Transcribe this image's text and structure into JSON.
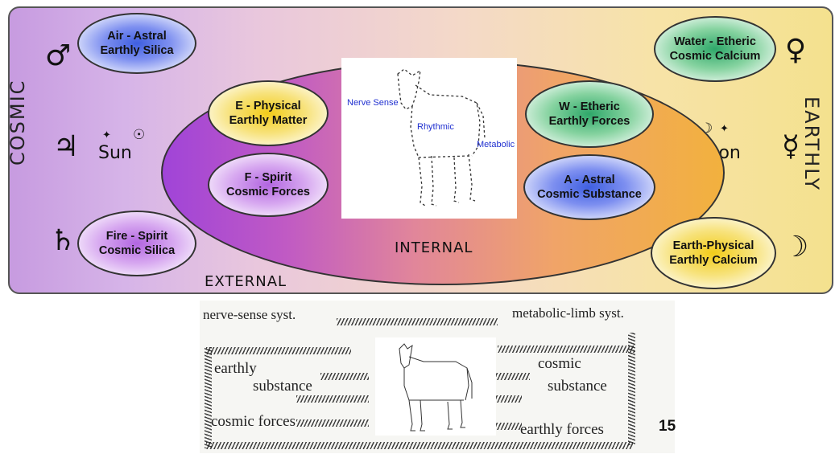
{
  "labels": {
    "cosmic": "COSMIC",
    "earthly": "EARTHLY",
    "sun": "Sun",
    "moon": "Moon",
    "internal": "INTERNAL",
    "external": "EXTERNAL"
  },
  "planet_glyphs": {
    "mars": "♂",
    "jupiter": "♃",
    "saturn": "♄",
    "venus": "♀",
    "mercury": "☿",
    "moon_crescent": "☽",
    "sun_small": "☉",
    "moon_small": "☽",
    "sun_cross": "✦",
    "moon_cross": "✦"
  },
  "ovals": {
    "air": "Air - Astral\nEarthly Silica",
    "fire": "Fire  - Spirit\nCosmic Silica",
    "water": "Water - Etheric\nCosmic Calcium",
    "earth": "Earth-Physical\nEarthly Calcium",
    "e_physical": "E - Physical\nEarthly Matter",
    "f_spirit": "F - Spirit\nCosmic Forces",
    "w_etheric": "W  - Etheric\nEarthly Forces",
    "a_astral": "A - Astral\nCosmic Substance"
  },
  "cow_labels": {
    "nerve": "Nerve Sense",
    "rhythmic": "Rhythmic",
    "metabolic": "Metabolic"
  },
  "scan": {
    "nerve_sense": "nerve-sense  syst.",
    "metabolic_limb": "metabolic-limb  syst.",
    "earthly": "earthly",
    "substance_left": "substance",
    "cosmic_right": "cosmic",
    "substance_right": "substance",
    "cosmic_forces": "cosmic forces",
    "earthly_forces": "earthly  forces"
  },
  "page_number": "15",
  "colors": {
    "panel_left": "#c79be0",
    "panel_right": "#f4e18e",
    "ellipse_left": "#a044d8",
    "ellipse_right": "#f2b13e",
    "cow_label_blue": "#2030d0"
  }
}
